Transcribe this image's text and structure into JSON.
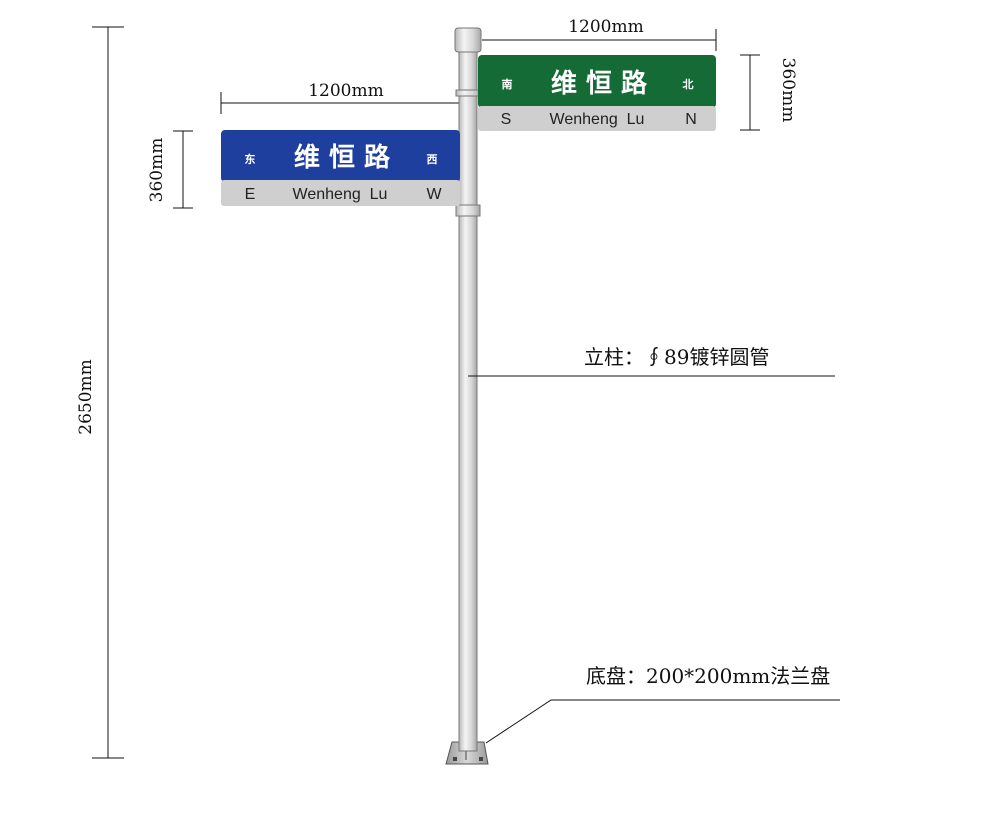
{
  "dimensions": {
    "total_height": "2650mm",
    "sign_width_left": "1200mm",
    "sign_width_right": "1200mm",
    "sign_height_left": "360mm",
    "sign_height_right": "360mm"
  },
  "sign_east_west": {
    "bg_color": "#1f3f9e",
    "left_dir": "东",
    "road_cn": "维 恒 路",
    "right_dir": "西",
    "left_en": "E",
    "road_en": "Wenheng  Lu",
    "right_en": "W"
  },
  "sign_south_north": {
    "bg_color": "#156b35",
    "left_dir": "南",
    "road_cn": "维 恒 路",
    "right_dir": "北",
    "left_en": "S",
    "road_en": "Wenheng  Lu",
    "right_en": "N"
  },
  "callouts": {
    "pole": "立柱：∮89镀锌圆管",
    "base": "底盘：200*200mm法兰盘"
  }
}
